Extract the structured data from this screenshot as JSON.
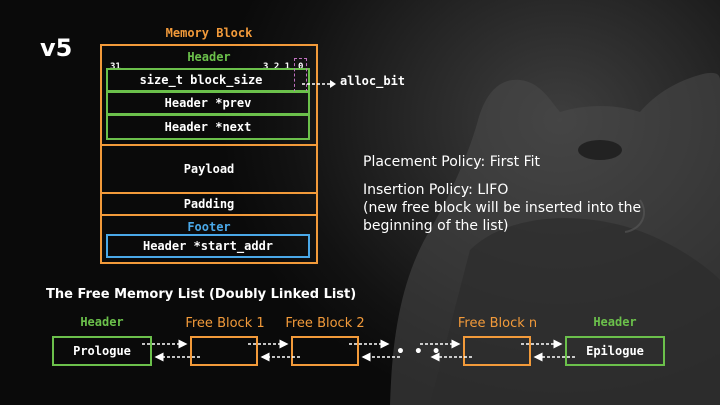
{
  "slide": {
    "version": "v5"
  },
  "memory_block": {
    "title": "Memory Block",
    "header_label": "Header",
    "bit_high": "31",
    "bit_low": "3 2 1",
    "bit_zero": "0",
    "block_size": "size_t block_size",
    "alloc_bit": "alloc_bit",
    "prev": "Header *prev",
    "next": "Header *next",
    "payload": "Payload",
    "padding": "Padding",
    "footer_label": "Footer",
    "start_addr": "Header *start_addr"
  },
  "policies": {
    "placement": "Placement Policy: First Fit",
    "insertion": "Insertion Policy: LIFO",
    "insertion_note_1": "(new free block will be inserted into the",
    "insertion_note_2": "beginning of the list)"
  },
  "free_list": {
    "title": "The Free Memory List (Doubly Linked List)",
    "prologue_header": "Header",
    "prologue": "Prologue",
    "block1": "Free Block 1",
    "block2": "Free Block 2",
    "blockn": "Free Block n",
    "ellipsis": "• • •",
    "epilogue_header": "Header",
    "epilogue": "Epilogue"
  },
  "colors": {
    "orange": "#f29a3a",
    "green": "#6bc04b",
    "blue": "#4aa8e8",
    "alloc_bit_marker": "#c070c0"
  }
}
